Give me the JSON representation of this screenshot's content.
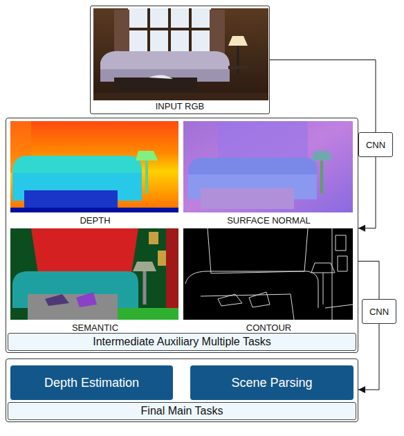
{
  "diagram": {
    "nodes": [
      {
        "text": [
          "INPUT RGB"
        ]
      },
      {
        "text": [
          "Intermediate Auxiliary Multiple Tasks"
        ]
      },
      {
        "text": [
          "DEPTH"
        ],
        "in": 1
      },
      {
        "text": [
          "SURFACE NORMAL"
        ],
        "in": 1
      },
      {
        "text": [
          "SEMANTIC"
        ],
        "in": 1
      },
      {
        "text": [
          "CONTOUR"
        ],
        "in": 1
      },
      {
        "text": [
          "Final Main Tasks"
        ]
      },
      {
        "text": [
          "Depth Estimation"
        ],
        "in": 6
      },
      {
        "text": [
          "Scene Parsing"
        ],
        "in": 6
      }
    ],
    "edges": [
      {
        "from": 0,
        "to": 1,
        "arrow": "to",
        "label": "CNN"
      },
      {
        "from": 1,
        "to": 6,
        "arrow": "to",
        "label": "CNN"
      }
    ]
  }
}
